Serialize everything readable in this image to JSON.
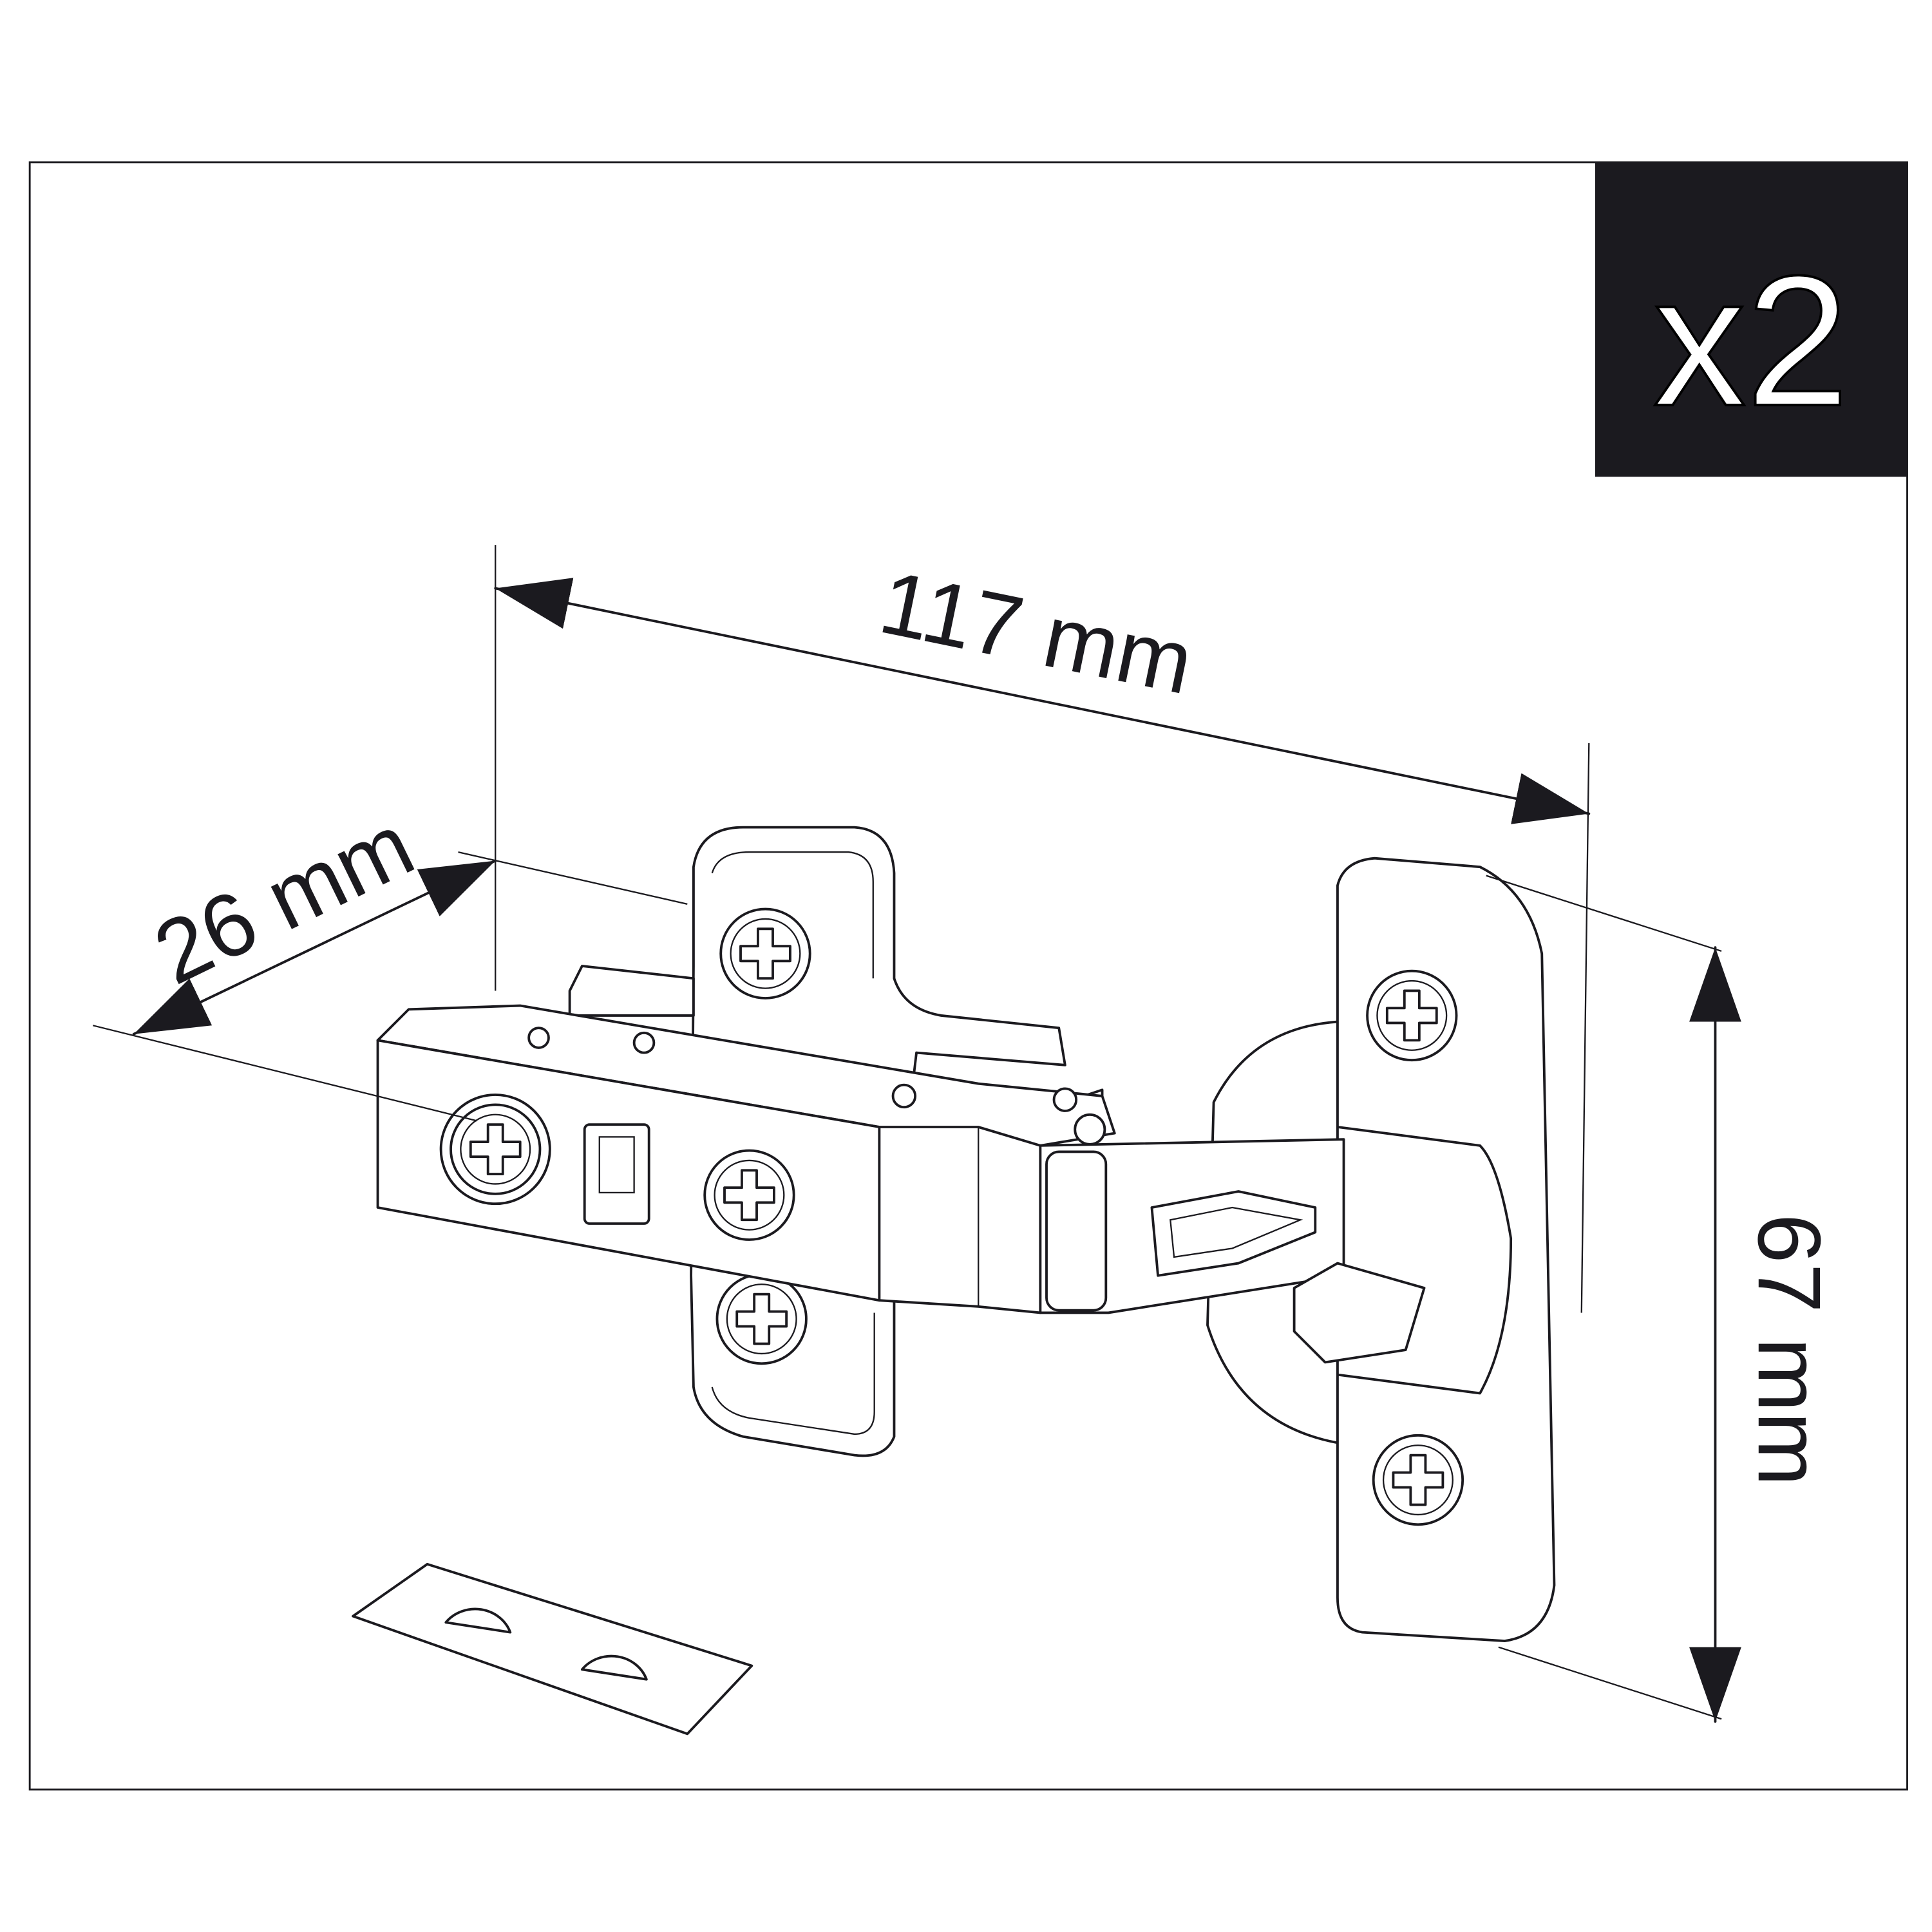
{
  "badge": {
    "quantity": "x2",
    "background": "#1b1a1f"
  },
  "dimensions": {
    "length": "117 mm",
    "depth": "26 mm",
    "height": "67 mm"
  }
}
